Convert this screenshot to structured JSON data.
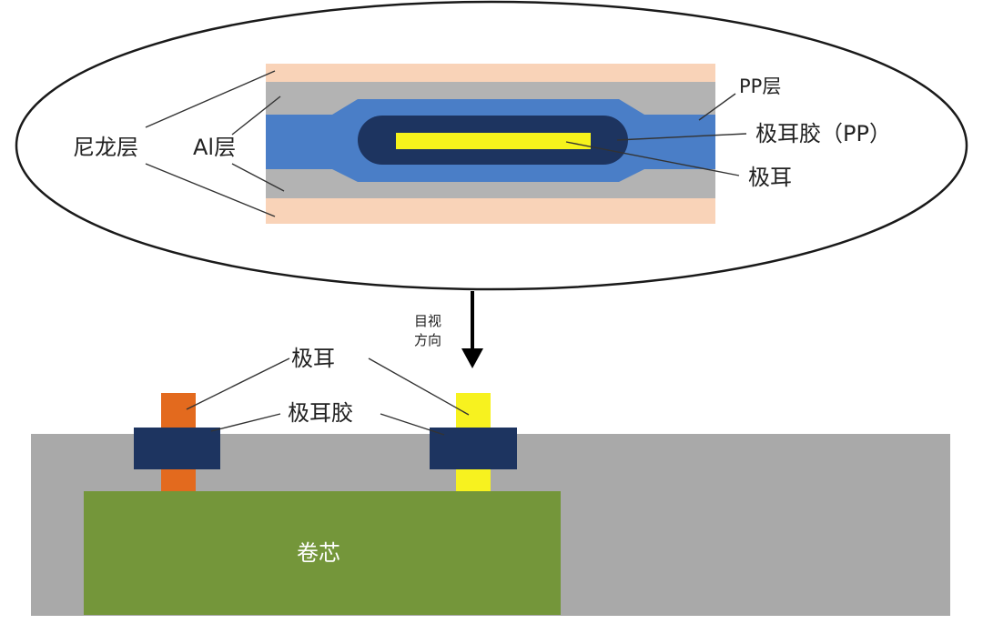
{
  "labels": {
    "nylon_layer": "尼龙层",
    "al_layer": "Al层",
    "pp_layer": "PP层",
    "tab_glue_pp": "极耳胶（PP）",
    "tab_top": "极耳",
    "view_direction_line1": "目视",
    "view_direction_line2": "方向",
    "tab_bottom": "极耳",
    "tab_glue_bottom": "极耳胶",
    "jelly_roll": "卷芯"
  },
  "colors": {
    "nylon": "#f9d3b8",
    "aluminum": "#b3b3b3",
    "pp": "#4a7ec7",
    "tab_glue": "#1d3460",
    "tab_top": "#f6f31c",
    "case": "#a9a9a9",
    "core": "#74963a",
    "tab_orange": "#e36a1e",
    "tab_yellow": "#f7f21f",
    "outline": "#1a1a1a"
  }
}
